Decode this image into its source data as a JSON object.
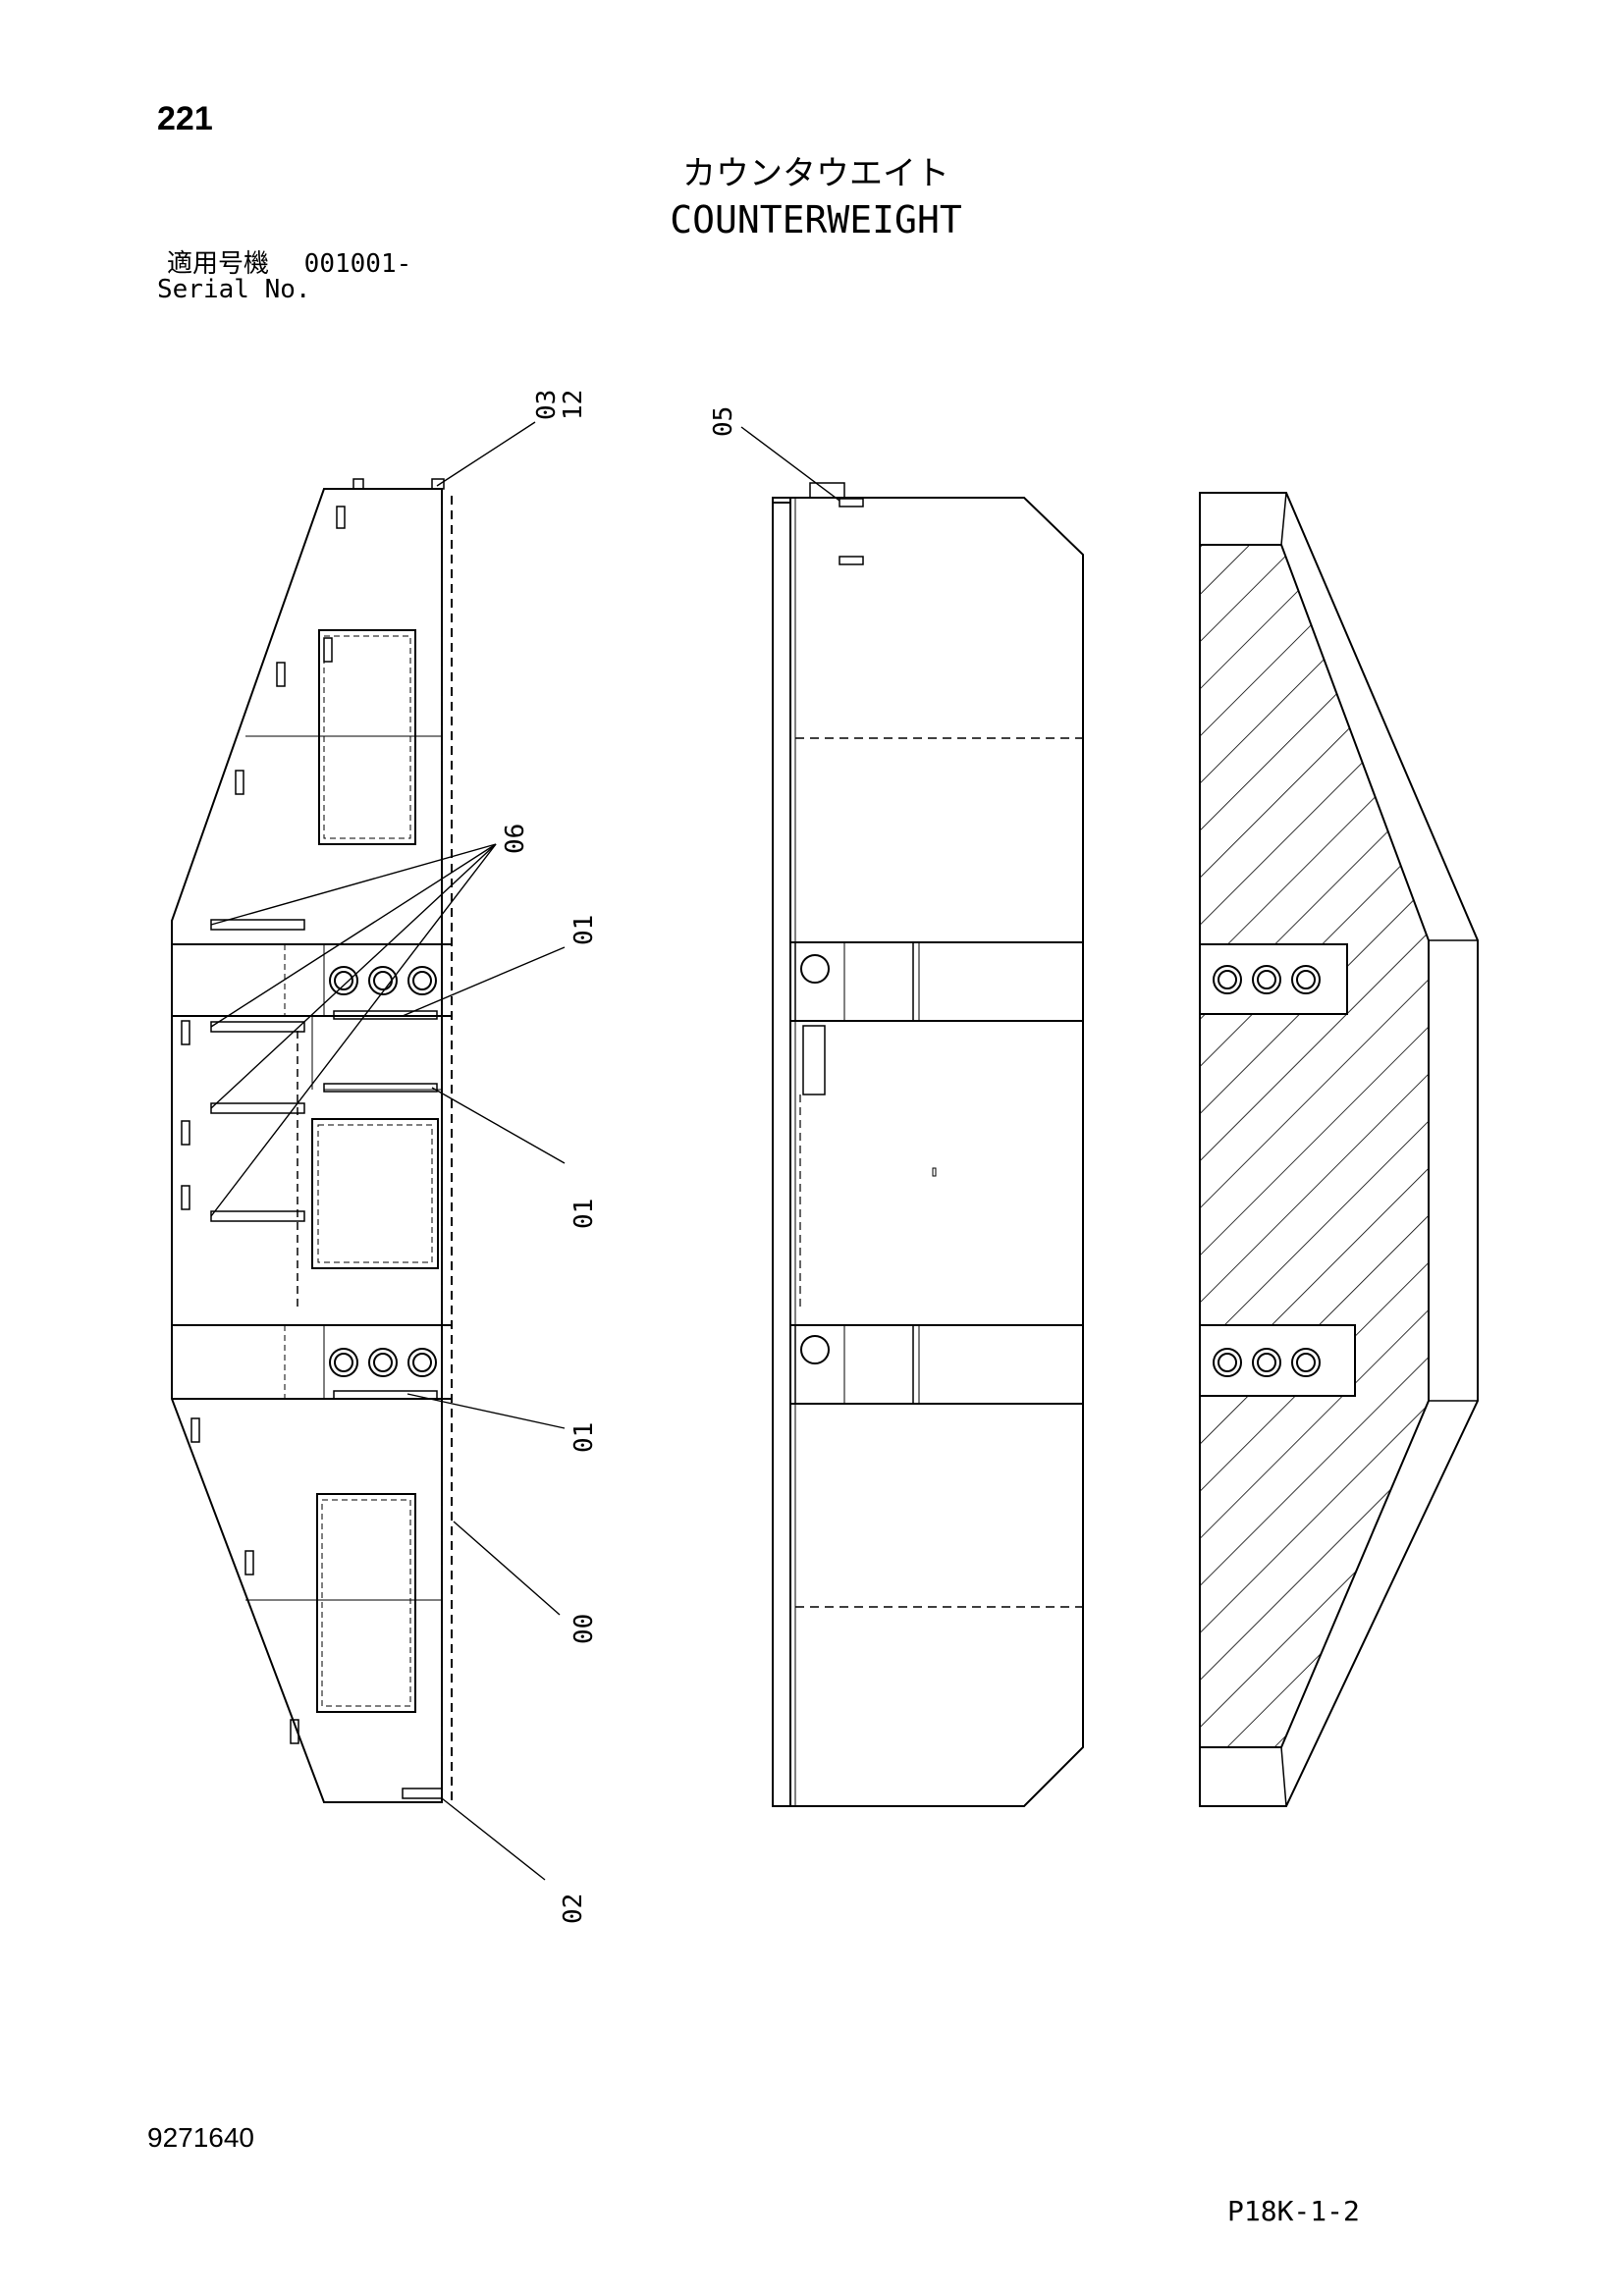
{
  "page_number": "221",
  "title_japanese": "カウンタウエイト",
  "title_english": "COUNTERWEIGHT",
  "serial_label_japanese": "適用号機",
  "serial_value": "001001-",
  "serial_label_english": "Serial No.",
  "callouts": [
    "03",
    "12",
    "05",
    "06",
    "01",
    "01",
    "01",
    "00",
    "02"
  ],
  "drawing_number": "9271640",
  "sheet_code": "P18K-1-2",
  "colors": {
    "line": "#000000",
    "background": "#ffffff"
  }
}
